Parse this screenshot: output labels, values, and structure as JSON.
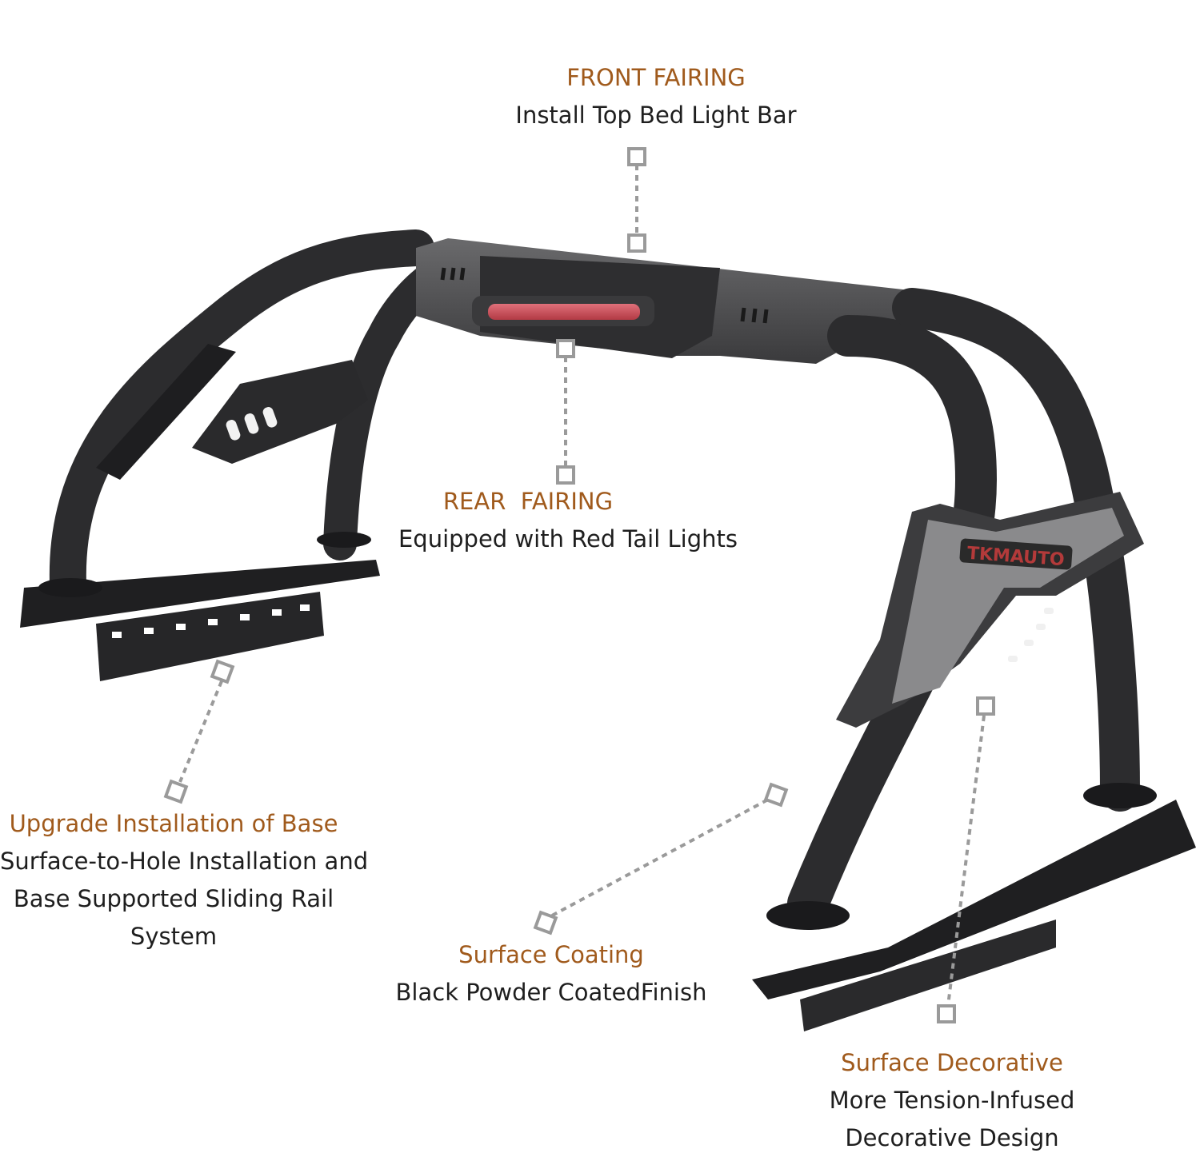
{
  "callouts": {
    "front_fairing": {
      "title": "FRONT FAIRING",
      "lines": [
        "Install Top Bed Light Bar"
      ]
    },
    "rear_fairing": {
      "title": "REAR  FAIRING",
      "lines": [
        "Equipped with Red Tail Lights"
      ]
    },
    "base": {
      "title": "Upgrade Installation of Base",
      "lines": [
        "Surface-to-Hole Installation and",
        "Base Supported Sliding Rail",
        "System"
      ]
    },
    "coating": {
      "title": "Surface Coating",
      "lines": [
        "Black Powder CoatedFinish"
      ]
    },
    "decorative": {
      "title": "Surface Decorative",
      "lines": [
        "More Tension-Infused",
        "Decorative Design"
      ]
    }
  },
  "product": {
    "brand_mark": "TKMAUTO"
  },
  "colors": {
    "title_accent": "#a05a1c",
    "body_text": "#1e1e1e",
    "tube": "#2c2c2e",
    "plate": "#4a4a4c",
    "tail_light": "#c8474f",
    "connector": "#9a9a9a"
  }
}
